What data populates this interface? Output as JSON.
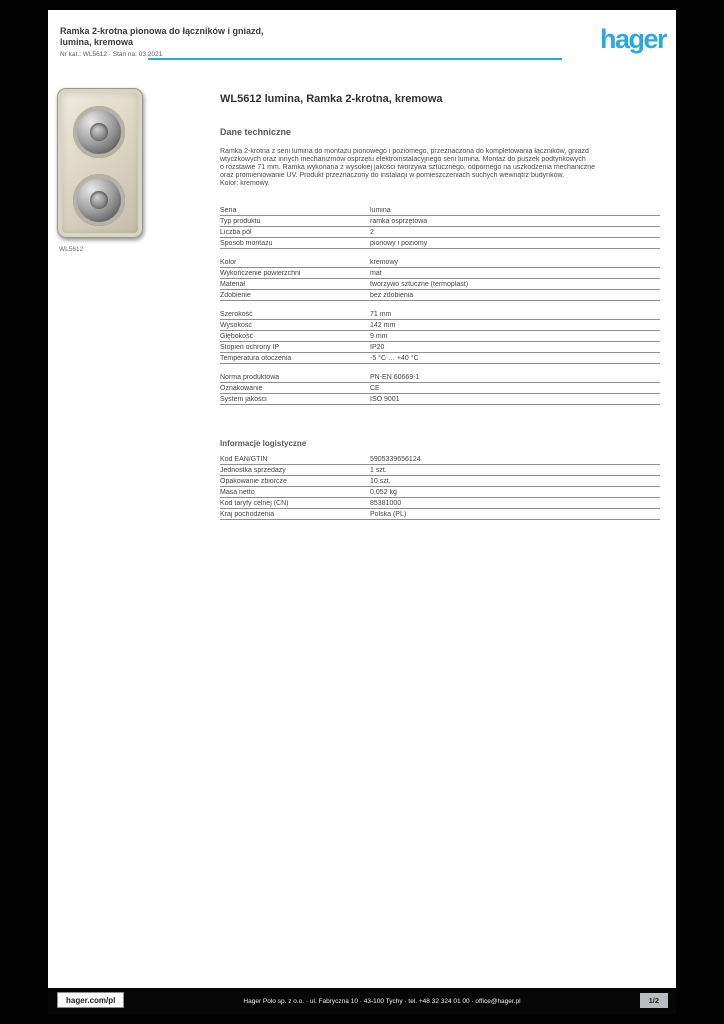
{
  "colors": {
    "accent": "#2aa9e0",
    "rule_line": "#8f8f8f",
    "body_text": "#454545"
  },
  "header": {
    "title_line1": "Ramka 2-krotna pionowa do łączników i gniazd,",
    "title_line2": "lumina, kremowa",
    "meta_line": "Nr kat.: WL5612 · Stan na: 03.2021",
    "logo_text": "hager"
  },
  "product_image": {
    "caption": "WL5612"
  },
  "main": {
    "title": "WL5612 lumina, Ramka 2-krotna, kremowa",
    "section_heading": "Dane techniczne",
    "description_lines": [
      "Ramka 2-krotna z serii lumina do montażu pionowego i poziomego, przeznaczona do kompletowania łączników, gniazd",
      "wtyczkowych oraz innych mechanizmów osprzętu elektroinstalacyjnego serii lumina. Montaż do puszek podtynkowych",
      "o rozstawie 71 mm. Ramka wykonana z wysokiej jakości tworzywa sztucznego, odpornego na uszkodzenia mechaniczne",
      "oraz promieniowanie UV. Produkt przeznaczony do instalacji w pomieszczeniach suchych wewnątrz budynków.",
      "Kolor: kremowy."
    ]
  },
  "specs": [
    {
      "heading": "",
      "rows": [
        [
          "Seria",
          "lumina"
        ],
        [
          "Typ produktu",
          "ramka osprzętowa"
        ],
        [
          "Liczba pól",
          "2"
        ],
        [
          "Sposób montażu",
          "pionowy i poziomy"
        ]
      ]
    },
    {
      "heading": "",
      "rows": [
        [
          "Kolor",
          "kremowy"
        ],
        [
          "Wykończenie powierzchni",
          "mat"
        ],
        [
          "Materiał",
          "tworzywo sztuczne (termoplast)"
        ],
        [
          "Zdobienie",
          "bez zdobienia"
        ]
      ]
    },
    {
      "heading": "",
      "rows": [
        [
          "Szerokość",
          "71 mm"
        ],
        [
          "Wysokość",
          "142 mm"
        ],
        [
          "Głębokość",
          "9 mm"
        ],
        [
          "Stopień ochrony IP",
          "IP20"
        ],
        [
          "Temperatura otoczenia",
          "-5 °C … +40 °C"
        ]
      ]
    },
    {
      "heading": "",
      "rows": [
        [
          "Norma produktowa",
          "PN-EN 60669-1"
        ],
        [
          "Oznakowanie",
          "CE"
        ],
        [
          "System jakości",
          "ISO 9001"
        ]
      ]
    },
    {
      "heading": "Informacje logistyczne",
      "rows": [
        [
          "Kod EAN/GTIN",
          "5905339656124"
        ],
        [
          "Jednostka sprzedaży",
          "1 szt."
        ],
        [
          "Opakowanie zbiorcze",
          "10 szt."
        ],
        [
          "Masa netto",
          "0,052 kg"
        ],
        [
          "Kod taryfy celnej (CN)",
          "85381000"
        ],
        [
          "Kraj pochodzenia",
          "Polska (PL)"
        ]
      ]
    }
  ],
  "footer": {
    "website": "hager.com/pl",
    "company_line": "Hager Polo sp. z o.o. · ul. Fabryczna 10 · 43-100 Tychy · tel. +48 32 324 01 00 · office@hager.pl",
    "page_label": "1/2"
  }
}
